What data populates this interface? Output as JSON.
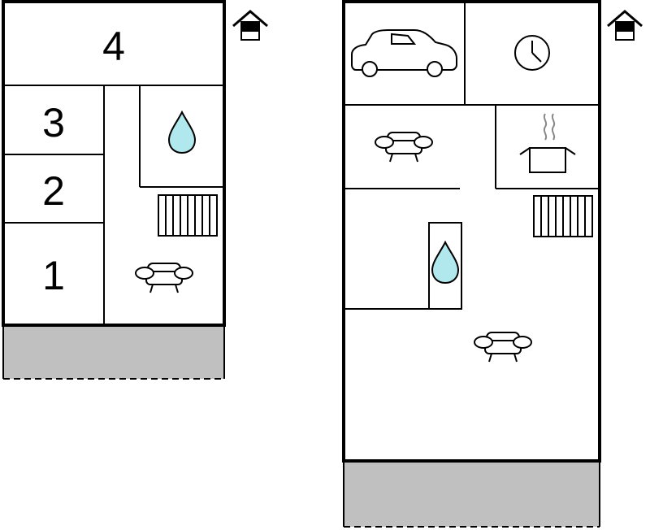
{
  "colors": {
    "wall": "#000000",
    "water": "#b0e8ee",
    "outdoor_area": "#c0c0c0",
    "background": "#ffffff"
  },
  "ground_floor": {
    "rooms": [
      {
        "label": "4"
      },
      {
        "label": "3"
      },
      {
        "label": "2"
      },
      {
        "label": "1"
      }
    ],
    "icons": [
      "entrance-icon",
      "water-drop-icon",
      "radiator-icon",
      "sofa-icon"
    ]
  },
  "upper_floor": {
    "icons": [
      "entrance-icon",
      "car-icon",
      "clock-icon",
      "sofa-icon",
      "cooking-pot-icon",
      "radiator-icon",
      "water-drop-icon",
      "sofa-icon"
    ]
  }
}
